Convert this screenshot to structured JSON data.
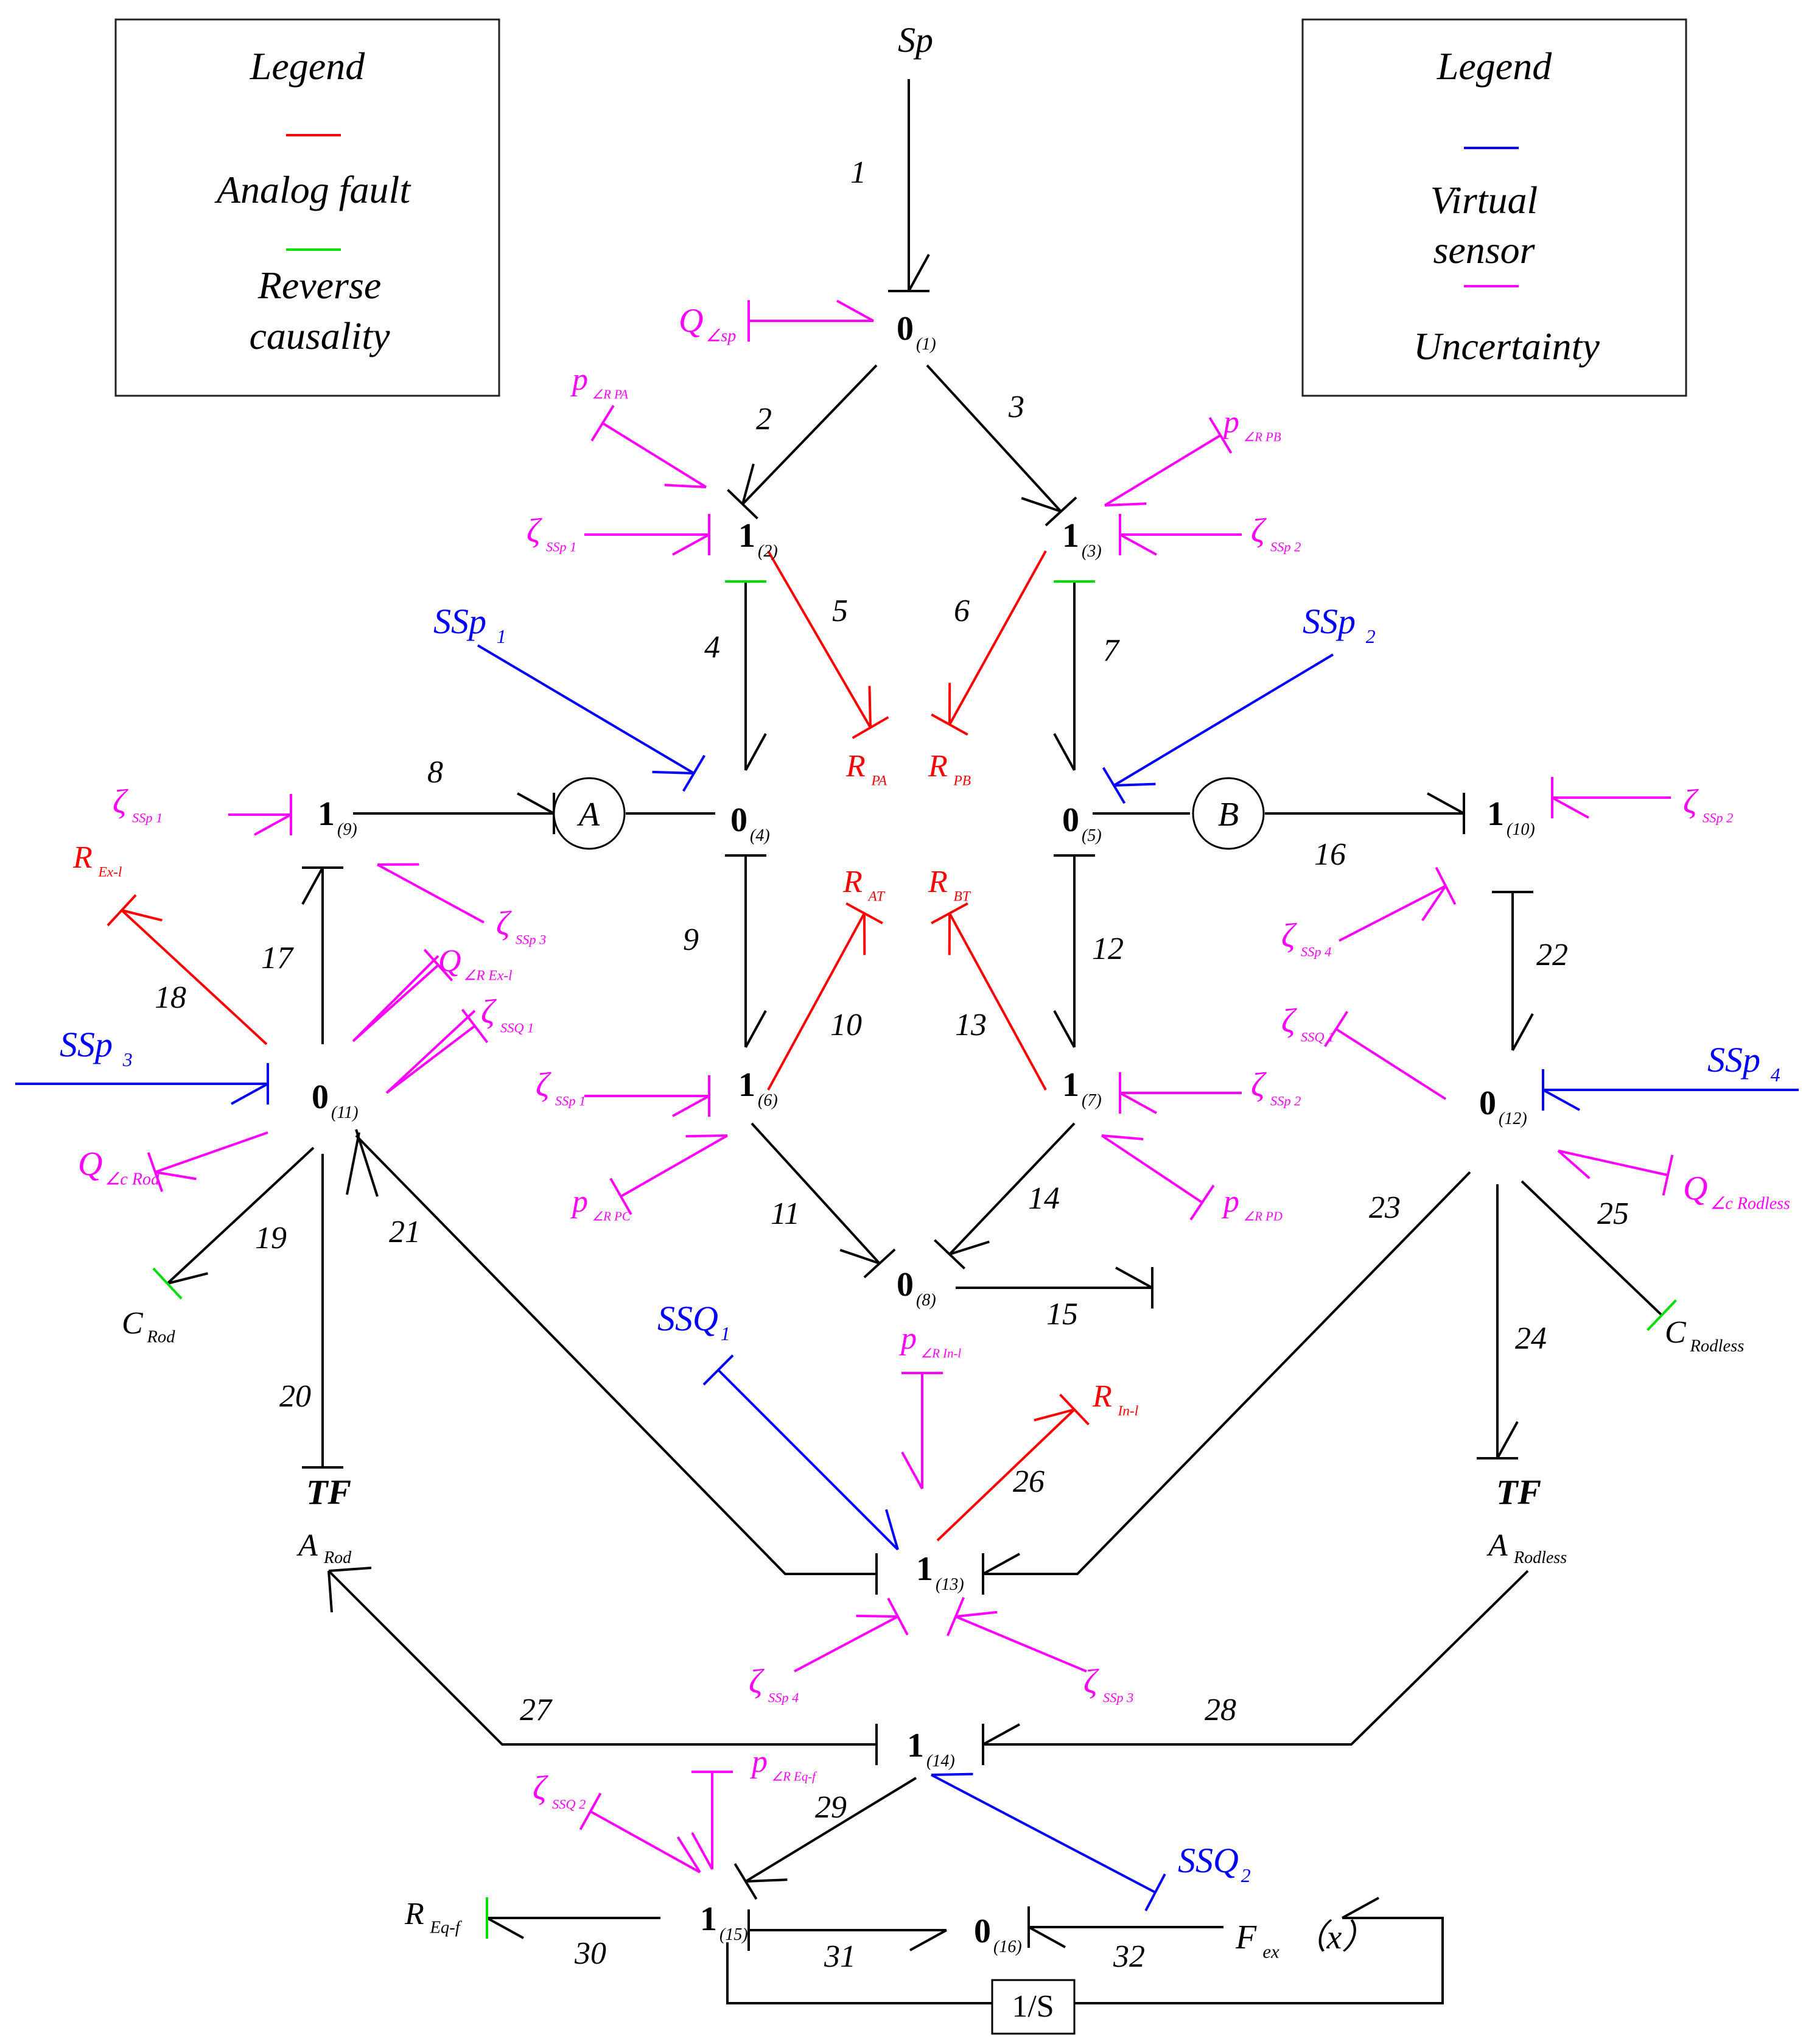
{
  "colors": {
    "bond": "#000000",
    "fault": "#ff0000",
    "reverse": "#00dd00",
    "sensor": "#0000ff",
    "uncertainty": "#ff00ff"
  },
  "legend_left": {
    "title": "Legend",
    "entries": [
      {
        "label_lines": [
          "Analog fault"
        ],
        "color_key": "fault"
      },
      {
        "label_lines": [
          "Reverse",
          "causality"
        ],
        "color_key": "reverse"
      }
    ]
  },
  "legend_right": {
    "title": "Legend",
    "entries": [
      {
        "label_lines": [
          "Virtual",
          "sensor"
        ],
        "color_key": "sensor"
      },
      {
        "label_lines": [
          "Uncertainty"
        ],
        "color_key": "uncertainty"
      }
    ]
  },
  "junctions": [
    {
      "id": "j1",
      "type": "0",
      "index": "(1)"
    },
    {
      "id": "j2",
      "type": "1",
      "index": "(2)"
    },
    {
      "id": "j3",
      "type": "1",
      "index": "(3)"
    },
    {
      "id": "j4",
      "type": "0",
      "index": "(4)"
    },
    {
      "id": "j5",
      "type": "0",
      "index": "(5)"
    },
    {
      "id": "j6",
      "type": "1",
      "index": "(6)"
    },
    {
      "id": "j7",
      "type": "1",
      "index": "(7)"
    },
    {
      "id": "j8",
      "type": "0",
      "index": "(8)"
    },
    {
      "id": "j9",
      "type": "1",
      "index": "(9)"
    },
    {
      "id": "j10",
      "type": "1",
      "index": "(10)"
    },
    {
      "id": "j11",
      "type": "0",
      "index": "(11)"
    },
    {
      "id": "j12",
      "type": "0",
      "index": "(12)"
    },
    {
      "id": "j13",
      "type": "1",
      "index": "(13)"
    },
    {
      "id": "j14",
      "type": "1",
      "index": "(14)"
    },
    {
      "id": "j15",
      "type": "1",
      "index": "(15)"
    },
    {
      "id": "j16",
      "type": "0",
      "index": "(16)"
    }
  ],
  "elements": [
    {
      "id": "sp",
      "main": "Sp",
      "sub": "",
      "color_key": "bond"
    },
    {
      "id": "RPA",
      "main": "R",
      "sub": "PA",
      "color_key": "fault"
    },
    {
      "id": "RPB",
      "main": "R",
      "sub": "PB",
      "color_key": "fault"
    },
    {
      "id": "RAT",
      "main": "R",
      "sub": "AT",
      "color_key": "fault"
    },
    {
      "id": "RBT",
      "main": "R",
      "sub": "BT",
      "color_key": "fault"
    },
    {
      "id": "RExl",
      "main": "R",
      "sub": "Ex-l",
      "color_key": "fault"
    },
    {
      "id": "RInl",
      "main": "R",
      "sub": "In-l",
      "color_key": "fault"
    },
    {
      "id": "CRod",
      "main": "C",
      "sub": "Rod",
      "color_key": "bond"
    },
    {
      "id": "CRodless",
      "main": "C",
      "sub": "Rodless",
      "color_key": "bond"
    },
    {
      "id": "REqf",
      "main": "R",
      "sub": "Eq-f",
      "color_key": "bond"
    },
    {
      "id": "Fex",
      "main": "F",
      "sub": "ex",
      "suffix": "（x）",
      "color_key": "bond"
    },
    {
      "id": "SSp1",
      "main": "SSp",
      "sub": "1",
      "color_key": "sensor"
    },
    {
      "id": "SSp2",
      "main": "SSp",
      "sub": "2",
      "color_key": "sensor"
    },
    {
      "id": "SSp3",
      "main": "SSp",
      "sub": "3",
      "color_key": "sensor"
    },
    {
      "id": "SSp4",
      "main": "SSp",
      "sub": "4",
      "color_key": "sensor"
    },
    {
      "id": "SSQ1",
      "main": "SSQ",
      "sub": "1",
      "color_key": "sensor"
    },
    {
      "id": "SSQ2",
      "main": "SSQ",
      "sub": "2",
      "color_key": "sensor"
    },
    {
      "id": "Qsp",
      "main": "Q",
      "sub": "∠sp",
      "color_key": "uncertainty"
    },
    {
      "id": "QExl",
      "main": "Q",
      "sub": "∠R Ex-l",
      "color_key": "uncertainty"
    },
    {
      "id": "QRod",
      "main": "Q",
      "sub": "∠c Rod",
      "color_key": "uncertainty"
    },
    {
      "id": "QRodless",
      "main": "Q",
      "sub": "∠c Rodless",
      "color_key": "uncertainty"
    },
    {
      "id": "pPA",
      "main": "p",
      "sub": "∠R PA",
      "color_key": "uncertainty"
    },
    {
      "id": "pPB",
      "main": "p",
      "sub": "∠R PB",
      "color_key": "uncertainty"
    },
    {
      "id": "pPC",
      "main": "p",
      "sub": "∠R PC",
      "color_key": "uncertainty"
    },
    {
      "id": "pPD",
      "main": "p",
      "sub": "∠R PD",
      "color_key": "uncertainty"
    },
    {
      "id": "pInl",
      "main": "p",
      "sub": "∠R In-l",
      "color_key": "uncertainty"
    },
    {
      "id": "pEqf",
      "main": "p",
      "sub": "∠R Eq-f",
      "color_key": "uncertainty"
    },
    {
      "id": "zSSp1a",
      "main": "ζ",
      "sub": "SSp 1",
      "color_key": "uncertainty"
    },
    {
      "id": "zSSp2a",
      "main": "ζ",
      "sub": "SSp 2",
      "color_key": "uncertainty"
    },
    {
      "id": "zSSp1b",
      "main": "ζ",
      "sub": "SSp 1",
      "color_key": "uncertainty"
    },
    {
      "id": "zSSp3a",
      "main": "ζ",
      "sub": "SSp 3",
      "color_key": "uncertainty"
    },
    {
      "id": "zSSp2b",
      "main": "ζ",
      "sub": "SSp 2",
      "color_key": "uncertainty"
    },
    {
      "id": "zSSp4a",
      "main": "ζ",
      "sub": "SSp 4",
      "color_key": "uncertainty"
    },
    {
      "id": "zSSQ1a",
      "main": "ζ",
      "sub": "SSQ 1",
      "color_key": "uncertainty"
    },
    {
      "id": "zSSQ1b",
      "main": "ζ",
      "sub": "SSQ 1",
      "color_key": "uncertainty"
    },
    {
      "id": "zSSp1c",
      "main": "ζ",
      "sub": "SSp 1",
      "color_key": "uncertainty"
    },
    {
      "id": "zSSp2c",
      "main": "ζ",
      "sub": "SSp 2",
      "color_key": "uncertainty"
    },
    {
      "id": "zSSp4b",
      "main": "ζ",
      "sub": "SSp 4",
      "color_key": "uncertainty"
    },
    {
      "id": "zSSp3b",
      "main": "ζ",
      "sub": "SSp 3",
      "color_key": "uncertainty"
    },
    {
      "id": "zSSQ2",
      "main": "ζ",
      "sub": "SSQ 2",
      "color_key": "uncertainty"
    }
  ],
  "transformers": [
    {
      "id": "tfRod",
      "label": "TF",
      "modulus": "A",
      "modulus_sub": "Rod"
    },
    {
      "id": "tfRodless",
      "label": "TF",
      "modulus": "A",
      "modulus_sub": "Rodless"
    }
  ],
  "valves": [
    {
      "id": "valveA",
      "label": "A"
    },
    {
      "id": "valveB",
      "label": "B"
    }
  ],
  "integrator": {
    "label": "1/S"
  },
  "bond_numbers": [
    "1",
    "2",
    "3",
    "4",
    "5",
    "6",
    "7",
    "8",
    "9",
    "10",
    "11",
    "12",
    "13",
    "14",
    "15",
    "16",
    "17",
    "18",
    "19",
    "20",
    "21",
    "22",
    "23",
    "24",
    "25",
    "26",
    "27",
    "28",
    "29",
    "30",
    "31",
    "32"
  ]
}
